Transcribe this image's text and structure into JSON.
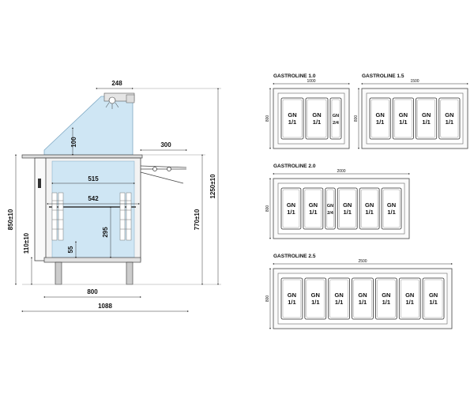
{
  "side_view": {
    "dims": {
      "top": "248",
      "glass_h": "100",
      "ext": "300",
      "inner": "515",
      "outer": "542",
      "shelf": "295",
      "low": "55",
      "h850": "850±10",
      "h110": "110±10",
      "h770": "770±10",
      "h1250": "1250±10",
      "w800": "800",
      "w1088": "1088"
    }
  },
  "plans": [
    {
      "title": "GASTROLINE 1.0",
      "width": "1000",
      "depth": "800",
      "wells": [
        {
          "label": [
            "GN",
            "1/1"
          ]
        },
        {
          "label": [
            "GN",
            "1/1"
          ]
        },
        {
          "label": [
            "GN",
            "2/4"
          ],
          "small": true
        }
      ]
    },
    {
      "title": "GASTROLINE 1.5",
      "width": "1500",
      "depth": "800",
      "wells": [
        {
          "label": [
            "GN",
            "1/1"
          ]
        },
        {
          "label": [
            "GN",
            "1/1"
          ]
        },
        {
          "label": [
            "GN",
            "1/1"
          ]
        },
        {
          "label": [
            "GN",
            "1/1"
          ]
        }
      ]
    },
    {
      "title": "GASTROLINE 2.0",
      "width": "2000",
      "depth": "800",
      "wells": [
        {
          "label": [
            "GN",
            "1/1"
          ]
        },
        {
          "label": [
            "GN",
            "1/1"
          ]
        },
        {
          "label": [
            "GN",
            "2/4"
          ],
          "small": true
        },
        {
          "label": [
            "GN",
            "1/1"
          ]
        },
        {
          "label": [
            "GN",
            "1/1"
          ]
        },
        {
          "label": [
            "GN",
            "1/1"
          ]
        }
      ]
    },
    {
      "title": "GASTROLINE 2.5",
      "width": "2500",
      "depth": "800",
      "wells": [
        {
          "label": [
            "GN",
            "1/1"
          ]
        },
        {
          "label": [
            "GN",
            "1/1"
          ]
        },
        {
          "label": [
            "GN",
            "1/1"
          ]
        },
        {
          "label": [
            "GN",
            "1/1"
          ]
        },
        {
          "label": [
            "GN",
            "1/1"
          ]
        },
        {
          "label": [
            "GN",
            "1/1"
          ]
        },
        {
          "label": [
            "GN",
            "1/1"
          ]
        }
      ]
    }
  ]
}
